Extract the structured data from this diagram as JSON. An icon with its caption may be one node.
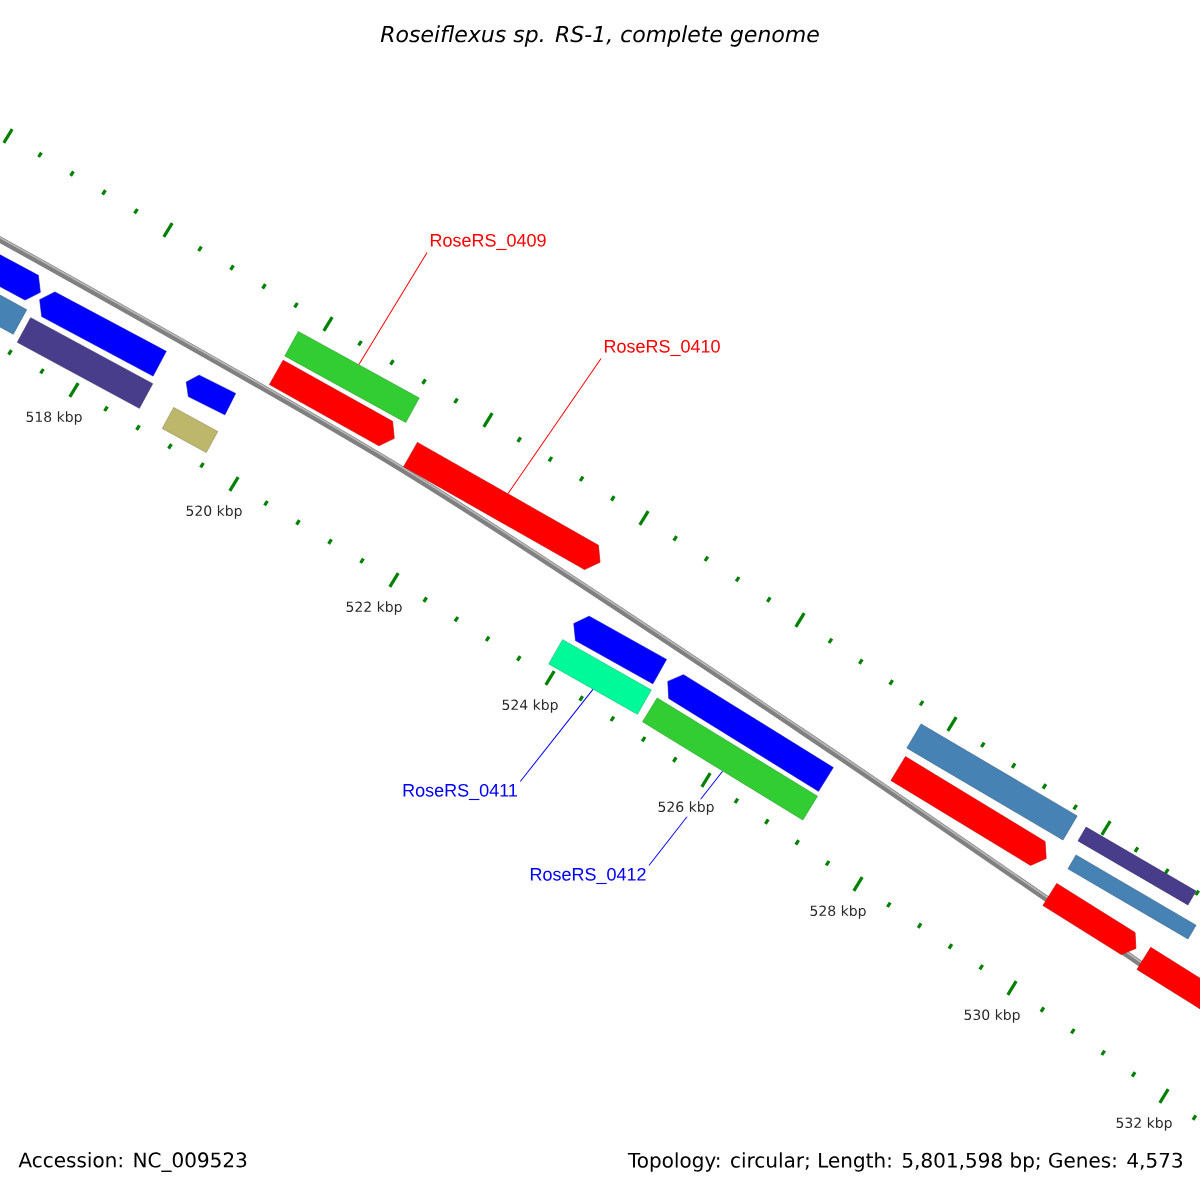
{
  "diagram": {
    "title": "Roseiflexus sp. RS-1, complete genome",
    "nodes": [
      {
        "text": [
          "RoseRS_0409"
        ]
      },
      {
        "text": [
          "RoseRS_0410"
        ]
      },
      {
        "text": [
          "RoseRS_0411"
        ]
      },
      {
        "text": [
          "RoseRS_0412"
        ]
      },
      {
        "text": [],
        "shape": "bar"
      },
      {
        "text": [],
        "shape": "arrow"
      },
      {
        "text": [],
        "shape": "bar"
      },
      {
        "text": [],
        "shape": "bar"
      },
      {
        "text": [],
        "shape": "arrow"
      },
      {
        "text": [],
        "shape": "bar"
      },
      {
        "text": [],
        "shape": "arrow"
      },
      {
        "text": [],
        "shape": "bar"
      },
      {
        "text": [],
        "shape": "arrow"
      },
      {
        "text": [],
        "shape": "bar"
      },
      {
        "text": [],
        "shape": "arrow"
      },
      {
        "text": [],
        "shape": "arrow"
      },
      {
        "text": [],
        "shape": "arrow"
      },
      {
        "text": [],
        "shape": "bar"
      },
      {
        "text": [],
        "shape": "arrow"
      },
      {
        "text": [],
        "shape": "bar"
      },
      {
        "text": [],
        "shape": "bar"
      },
      {
        "text": [],
        "shape": "arrow"
      },
      {
        "text": [],
        "shape": "arrow"
      }
    ],
    "edges": [
      {
        "from": 0,
        "to": 4,
        "arrow": "none",
        "color": "#ff0000"
      },
      {
        "from": 1,
        "to": 5,
        "arrow": "none",
        "color": "#ff0000"
      },
      {
        "from": 2,
        "to": 6,
        "arrow": "none",
        "color": "#0000ff"
      },
      {
        "from": 3,
        "to": 7,
        "arrow": "none",
        "color": "#0000ff"
      }
    ],
    "labels": [
      "518 kbp",
      "520 kbp",
      "522 kbp",
      "524 kbp",
      "526 kbp",
      "528 kbp",
      "530 kbp",
      "532 kbp",
      "Accession: NC_009523",
      "Topology: circular; Length: 5,801,598 bp; Genes: 4,573"
    ]
  }
}
